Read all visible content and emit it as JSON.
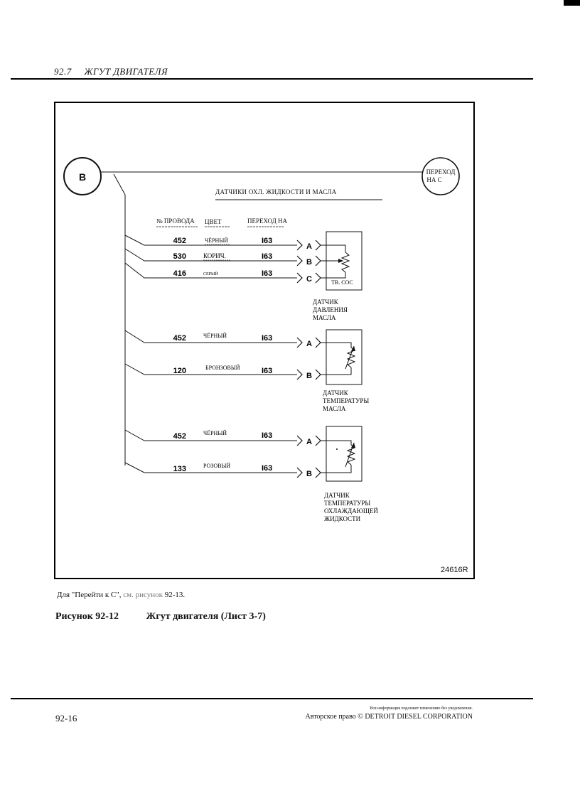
{
  "header": {
    "section": "92.7",
    "title": "ЖГУТ ДВИГАТЕЛЯ"
  },
  "diagram": {
    "connector_b_label": "B",
    "goto_label_line1": "ПЕРЕХОД",
    "goto_label_line2": "НА C",
    "heading": "ДАТЧИКИ ОХЛ. ЖИДКОСТИ И МАСЛА",
    "columns": {
      "wire": "№ ПРОВОДА",
      "color": "ЦВЕТ",
      "goto": "ПЕРЕХОД НА"
    },
    "groups": [
      {
        "wires": [
          {
            "number": "452",
            "color": "ЧЁРНЫЙ",
            "goto": "I63",
            "pin": "A"
          },
          {
            "number": "530",
            "color": "КОРИЧ.",
            "goto": "I63",
            "pin": "B"
          },
          {
            "number": "416",
            "color": "СЕРЫЙ",
            "goto": "I63",
            "pin": "C"
          }
        ],
        "box_note": "ТВ. СОС",
        "sensor_label": [
          "ДАТЧИК",
          "ДАВЛЕНИЯ",
          "МАСЛА"
        ]
      },
      {
        "wires": [
          {
            "number": "452",
            "color": "ЧЁРНЫЙ",
            "goto": "I63",
            "pin": "A"
          },
          {
            "number": "120",
            "color": "БРОНЗОВЫЙ",
            "goto": "I63",
            "pin": "B"
          }
        ],
        "sensor_label": [
          "ДАТЧИК",
          "ТЕМПЕРАТУРЫ",
          "МАСЛА"
        ]
      },
      {
        "wires": [
          {
            "number": "452",
            "color": "ЧЁРНЫЙ",
            "goto": "I63",
            "pin": "A"
          },
          {
            "number": "133",
            "color": "РОЗОВЫЙ",
            "goto": "I63",
            "pin": "B"
          }
        ],
        "sensor_label": [
          "ДАТЧИК",
          "ТЕМПЕРАТУРЫ",
          "ОХЛАЖДАЮЩЕЙ",
          "ЖИДКОСТИ"
        ]
      }
    ],
    "drawing_number": "24616R"
  },
  "caption": {
    "note_start": "Для \"Перейти к C\",",
    "note_faint": " см. рисунок",
    "note_end": " 92-13.",
    "figure_number": "Рисунок 92-12",
    "figure_title": "Жгут двигателя (Лист 3-7)"
  },
  "footer": {
    "page_number": "92-16",
    "notice": "Вся информация подлежит изменению без уведомления.",
    "copyright": "Авторское право © DETROIT DIESEL CORPORATION"
  },
  "colors": {
    "ink": "#111111",
    "paper": "#ffffff",
    "faint": "#777777"
  }
}
